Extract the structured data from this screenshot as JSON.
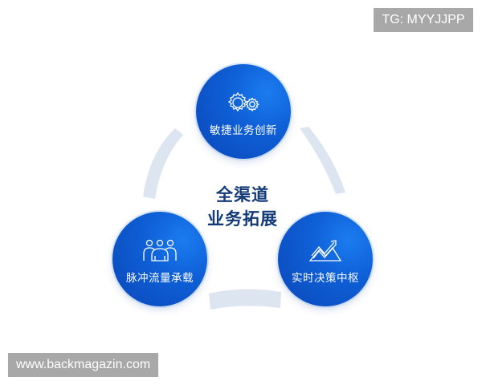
{
  "diagram": {
    "type": "cycle",
    "center": {
      "line1": "全渠道",
      "line2": "业务拓展"
    },
    "nodes": [
      {
        "id": "top",
        "label": "敏捷业务创新",
        "icon": "gears-icon"
      },
      {
        "id": "right",
        "label": "实时决策中枢",
        "icon": "trend-chart-icon"
      },
      {
        "id": "left",
        "label": "脉冲流量承载",
        "icon": "users-group-icon"
      }
    ],
    "connectors": [
      {
        "from": "top",
        "to": "right",
        "style": "light-arc"
      },
      {
        "from": "right",
        "to": "left",
        "style": "light-arc"
      },
      {
        "from": "left",
        "to": "top",
        "style": "light-arc"
      }
    ],
    "colors": {
      "node_fill": "#0f5fd6",
      "node_fill_dark": "#0a47b8",
      "node_text": "#ffffff",
      "center_text": "#123a78",
      "arc_fill": "#dde5f1"
    }
  },
  "watermarks": {
    "top_right": "TG: MYYJJPP",
    "bottom_left": "www.backmagazin.com",
    "bg": "#a8a8a8"
  }
}
